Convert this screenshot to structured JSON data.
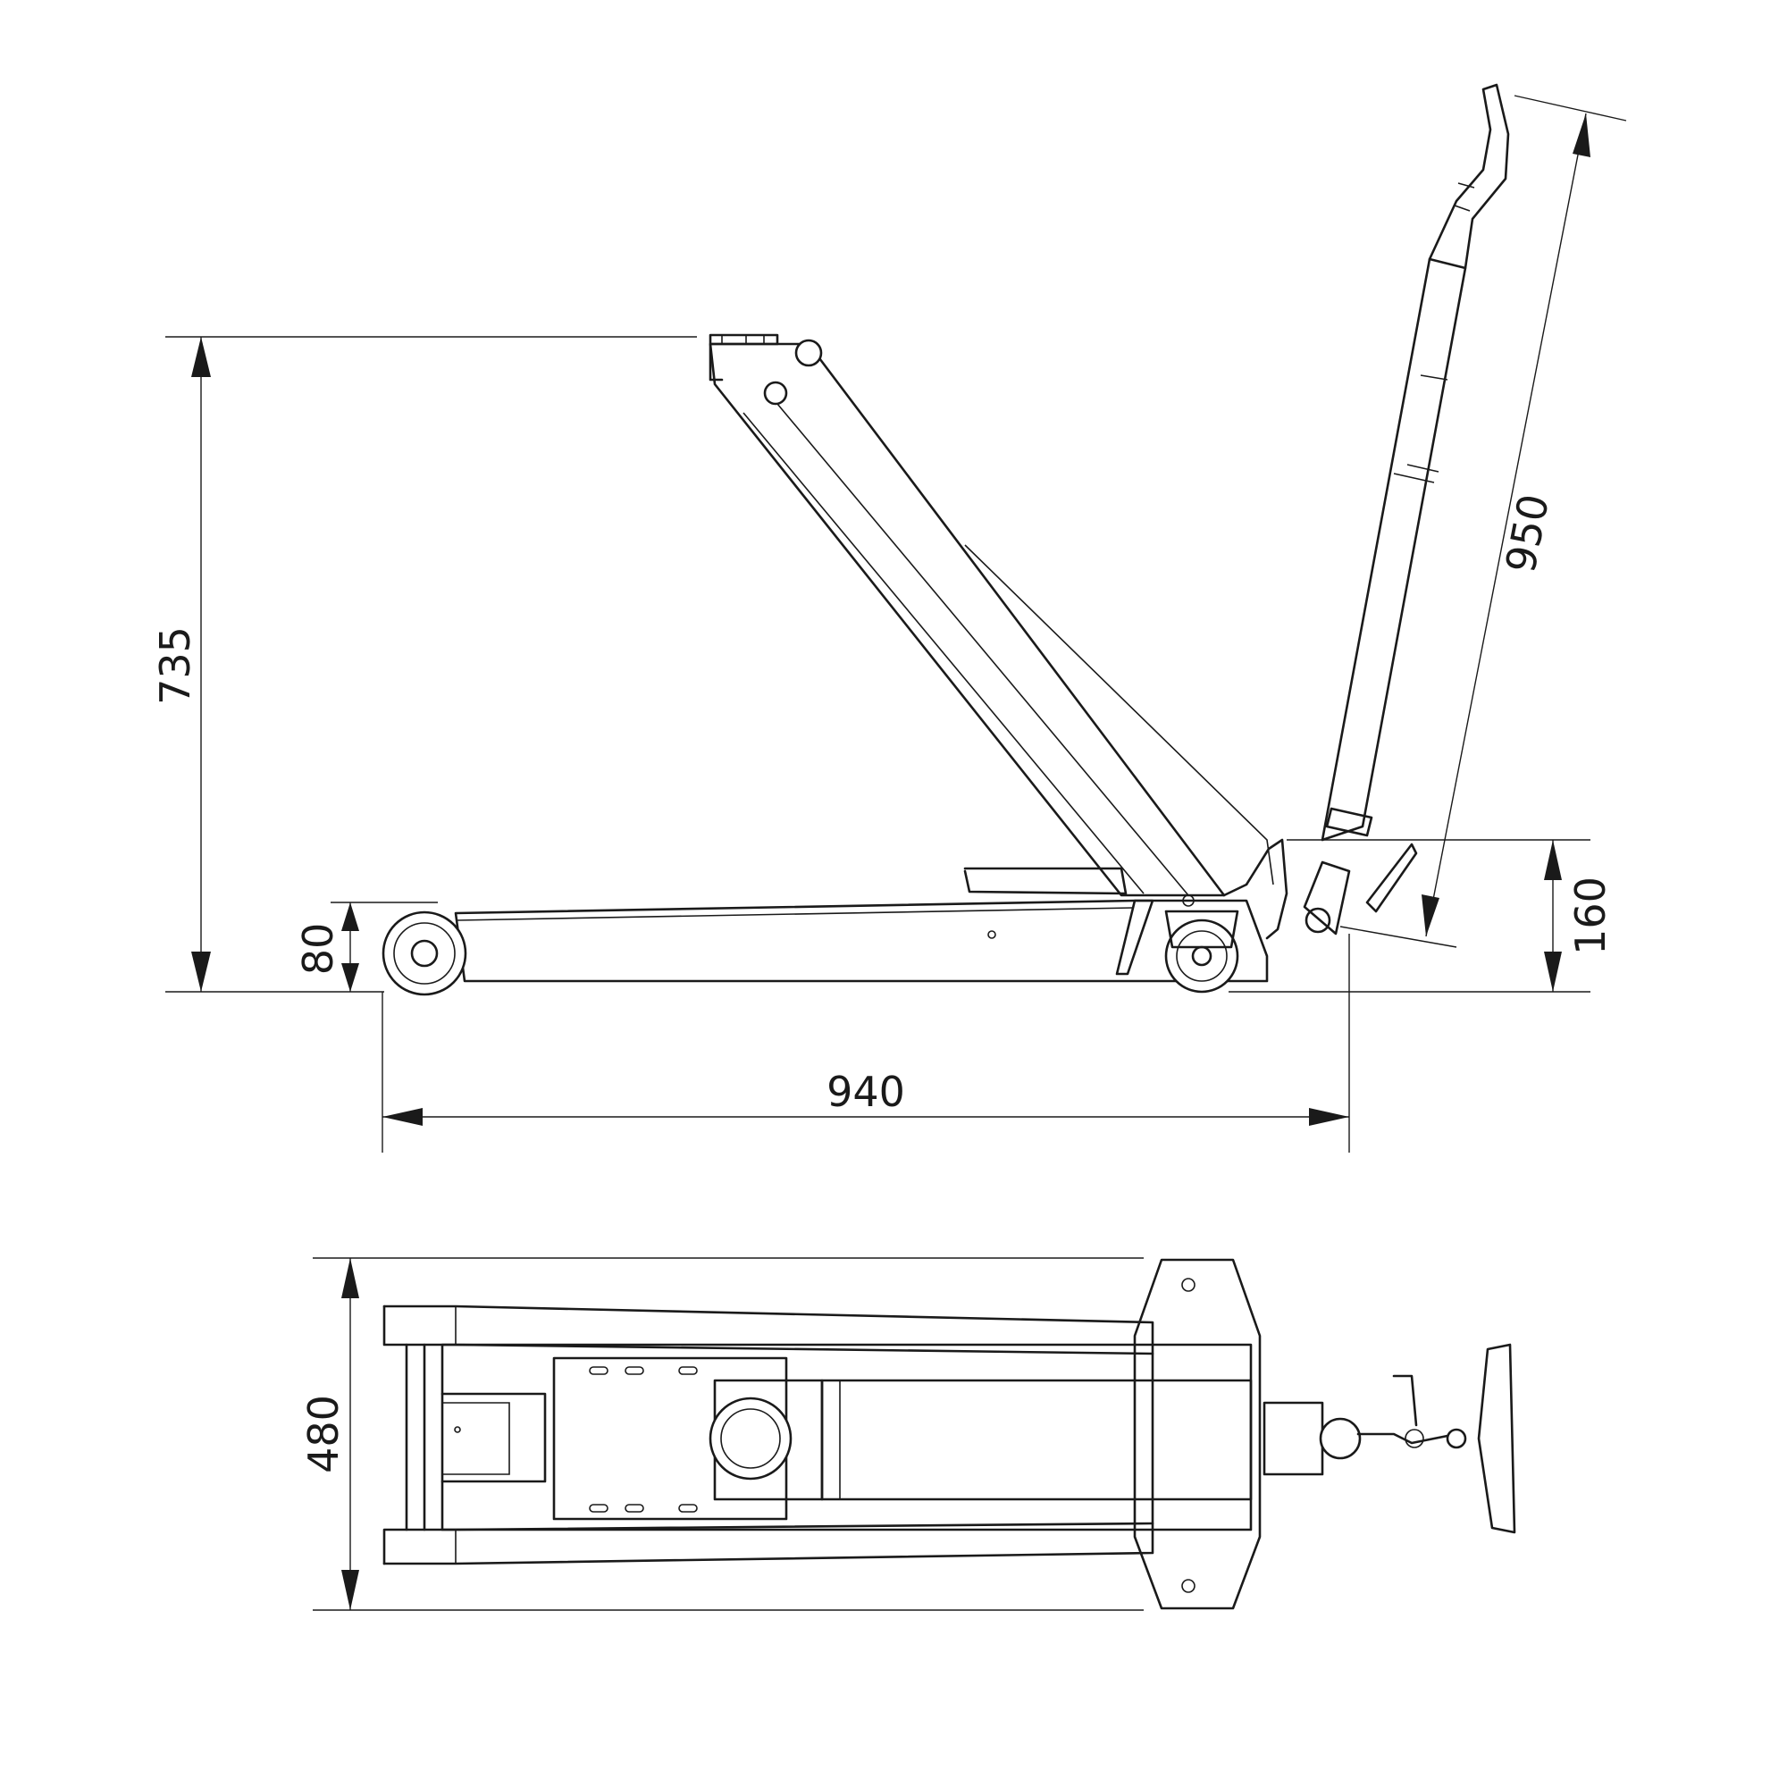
{
  "dimensions": {
    "max_height": "735",
    "wheel_height": "80",
    "length": "940",
    "handle_length": "950",
    "handle_pivot_height": "160",
    "width": "480"
  },
  "views": [
    "side-view",
    "top-view"
  ],
  "colors": {
    "line": "#1a1a1a",
    "background": "#ffffff"
  }
}
